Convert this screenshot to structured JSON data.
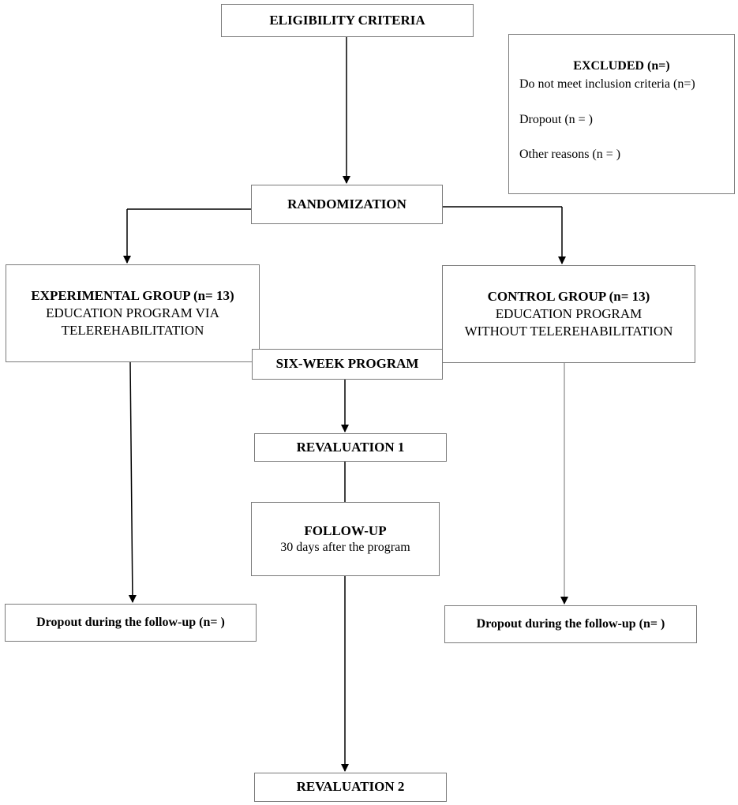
{
  "nodes": {
    "eligibility": "ELIGIBILITY CRITERIA",
    "excluded": {
      "title": "EXCLUDED (n=)",
      "lines": [
        "Do not meet inclusion criteria (n=)",
        "Dropout (n = )",
        "Other reasons (n = )"
      ]
    },
    "randomization": "RANDOMIZATION",
    "experimental": {
      "title": "EXPERIMENTAL GROUP (n= 13)",
      "line1": "EDUCATION PROGRAM VIA",
      "line2": "TELEREHABILITATION"
    },
    "control": {
      "title": "CONTROL GROUP (n= 13)",
      "line1": "EDUCATION PROGRAM",
      "line2": "WITHOUT TELEREHABILITATION"
    },
    "six_week": "SIX-WEEK PROGRAM",
    "revaluation1": "REVALUATION 1",
    "followup": {
      "title": "FOLLOW-UP",
      "subtitle": "30 days after the program"
    },
    "dropout_left": "Dropout during the follow-up (n= )",
    "dropout_right": "Dropout during the follow-up (n= )",
    "revaluation2": "REVALUATION 2"
  }
}
